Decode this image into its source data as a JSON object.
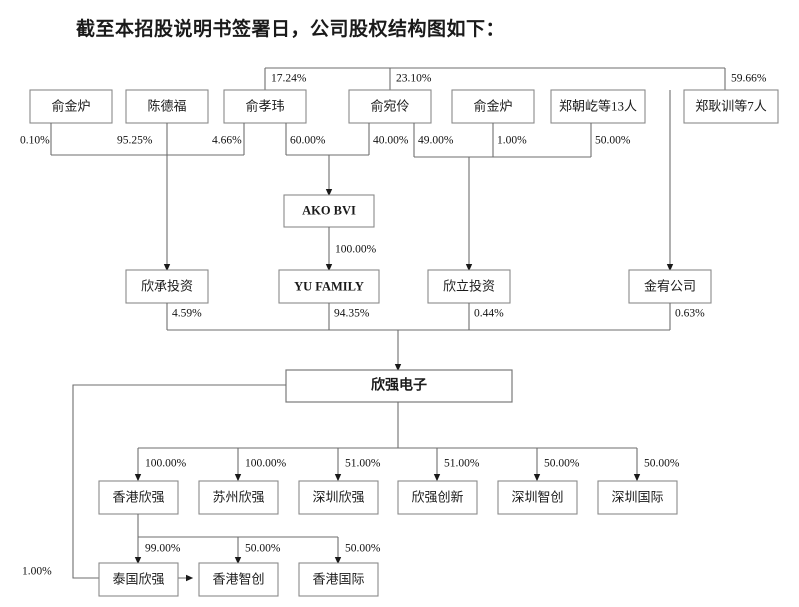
{
  "title": "截至本招股说明书签署日，公司股权结构图如下：",
  "diagram": {
    "type": "ownership-structure-chart",
    "nodes": {
      "shareholders_top": [
        {
          "id": "yu_jinlu_1",
          "label": "俞金炉"
        },
        {
          "id": "chen_defu",
          "label": "陈德福"
        },
        {
          "id": "yu_xiaowei",
          "label": "俞孝玮"
        },
        {
          "id": "yu_wanling",
          "label": "俞宛伶"
        },
        {
          "id": "yu_jinlu_2",
          "label": "俞金炉"
        },
        {
          "id": "zheng_chaoyi_13",
          "label": "郑朝屹等13人"
        },
        {
          "id": "zheng_gengxun_7",
          "label": "郑耿训等7人"
        }
      ],
      "intermediate": [
        {
          "id": "ako_bvi",
          "label": "AKO BVI"
        }
      ],
      "holdings": [
        {
          "id": "xincheng_touzi",
          "label": "欣承投资"
        },
        {
          "id": "yu_family",
          "label": "YU FAMILY"
        },
        {
          "id": "xinli_touzi",
          "label": "欣立投资"
        },
        {
          "id": "jinyou_gongsi",
          "label": "金宥公司"
        }
      ],
      "company": {
        "id": "xinqiang_dianzi",
        "label": "欣强电子"
      },
      "subsidiaries": [
        {
          "id": "hk_xinqiang",
          "label": "香港欣强"
        },
        {
          "id": "suzhou_xinqiang",
          "label": "苏州欣强"
        },
        {
          "id": "shenzhen_xinqiang",
          "label": "深圳欣强"
        },
        {
          "id": "xinqiang_chuangxin",
          "label": "欣强创新"
        },
        {
          "id": "shenzhen_zhichuang",
          "label": "深圳智创"
        },
        {
          "id": "shenzhen_guoji",
          "label": "深圳国际"
        }
      ],
      "sub_subsidiaries": [
        {
          "id": "thailand_xinqiang",
          "label": "泰国欣强"
        },
        {
          "id": "hk_zhichuang",
          "label": "香港智创"
        },
        {
          "id": "hk_guoji",
          "label": "香港国际"
        }
      ]
    },
    "edge_labels": {
      "top_bar": [
        {
          "id": "pct-17-24",
          "value": "17.24%"
        },
        {
          "id": "pct-23-10",
          "value": "23.10%"
        },
        {
          "id": "pct-59-66",
          "value": "59.66%"
        }
      ],
      "shareholder_row": [
        {
          "id": "pct-0-10",
          "value": "0.10%"
        },
        {
          "id": "pct-95-25",
          "value": "95.25%"
        },
        {
          "id": "pct-4-66",
          "value": "4.66%"
        },
        {
          "id": "pct-60-00",
          "value": "60.00%"
        },
        {
          "id": "pct-40-00",
          "value": "40.00%"
        },
        {
          "id": "pct-49-00",
          "value": "49.00%"
        },
        {
          "id": "pct-1-00-yujinlu",
          "value": "1.00%"
        },
        {
          "id": "pct-50-00-zheng",
          "value": "50.00%"
        }
      ],
      "ako_to_yufamily": {
        "id": "pct-100-00-ako",
        "value": "100.00%"
      },
      "holdings_to_company": [
        {
          "id": "pct-4-59",
          "value": "4.59%"
        },
        {
          "id": "pct-94-35",
          "value": "94.35%"
        },
        {
          "id": "pct-0-44",
          "value": "0.44%"
        },
        {
          "id": "pct-0-63",
          "value": "0.63%"
        }
      ],
      "company_to_subs": [
        {
          "id": "pct-100-00-hk",
          "value": "100.00%"
        },
        {
          "id": "pct-100-00-sz",
          "value": "100.00%"
        },
        {
          "id": "pct-51-00-a",
          "value": "51.00%"
        },
        {
          "id": "pct-51-00-b",
          "value": "51.00%"
        },
        {
          "id": "pct-50-00-a",
          "value": "50.00%"
        },
        {
          "id": "pct-50-00-b",
          "value": "50.00%"
        }
      ],
      "hk_to_subs": [
        {
          "id": "pct-99-00",
          "value": "99.00%"
        },
        {
          "id": "pct-50-00-c",
          "value": "50.00%"
        },
        {
          "id": "pct-50-00-d",
          "value": "50.00%"
        }
      ],
      "company_to_thailand": {
        "id": "pct-1-00-thailand",
        "value": "1.00%"
      }
    },
    "colors": {
      "box_stroke": "#8a8a8a",
      "edge_stroke": "#6e6e6e",
      "text": "#1a1a1a",
      "background": "#ffffff"
    }
  }
}
